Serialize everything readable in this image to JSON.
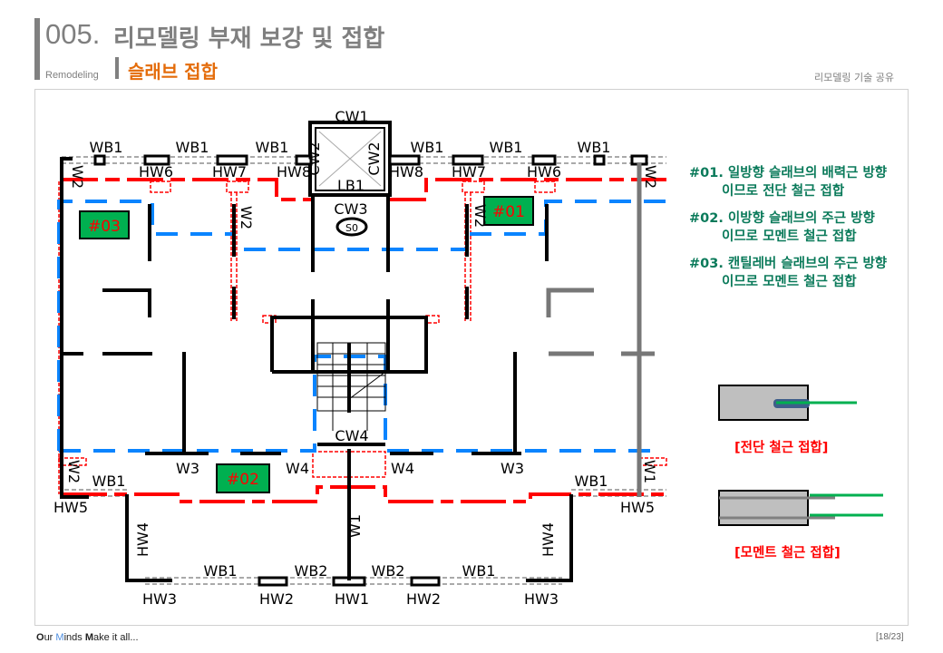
{
  "header": {
    "number": "005.",
    "title": "리모델링 부재 보강 및 접합",
    "sub_en": "Remodeling",
    "subtitle": "슬래브 접합",
    "right_label": "리모델링 기술 공유"
  },
  "colors": {
    "accent": "#e46c0a",
    "note_green": "#0a7a5a",
    "box_green": "#00b050",
    "red": "#ff0000",
    "blue": "#0a84ff"
  },
  "plan": {
    "markers": [
      "#01",
      "#02",
      "#03"
    ],
    "labels": [
      "WB1",
      "WB1",
      "WB1",
      "WB1",
      "WB1",
      "WB1",
      "HW6",
      "HW7",
      "HW8",
      "HW8",
      "HW7",
      "HW6",
      "CW1",
      "CW2",
      "CW2",
      "LB1",
      "CW3",
      "S0",
      "W2",
      "W2",
      "W2",
      "W2",
      "CW4",
      "W3",
      "W4",
      "W4",
      "W3",
      "W2",
      "W1",
      "WB1",
      "WB1",
      "HW5",
      "HW5",
      "HW4",
      "HW4",
      "W1",
      "WB1",
      "WB2",
      "WB2",
      "WB1",
      "HW3",
      "HW2",
      "HW1",
      "HW2",
      "HW3"
    ]
  },
  "notes": [
    {
      "id": "#01.",
      "line1": "일방향 슬래브의 배력근 방향",
      "line2": "이므로 전단 철근 접합"
    },
    {
      "id": "#02.",
      "line1": "이방향 슬래브의 주근 방향",
      "line2": "이므로 모멘트 철근 접합"
    },
    {
      "id": "#03.",
      "line1": "캔틸레버 슬래브의 주근 방향",
      "line2": "이므로 모멘트 철근 접합"
    }
  ],
  "details": {
    "shear_caption": "[전단 철근 접합]",
    "moment_caption": "[모멘트 철근 접합]"
  },
  "footer": {
    "o": "O",
    "ur": "ur ",
    "m1": "M",
    "inds": "inds ",
    "m2": "M",
    "rest": "ake it all...",
    "page": "[18/23]"
  }
}
